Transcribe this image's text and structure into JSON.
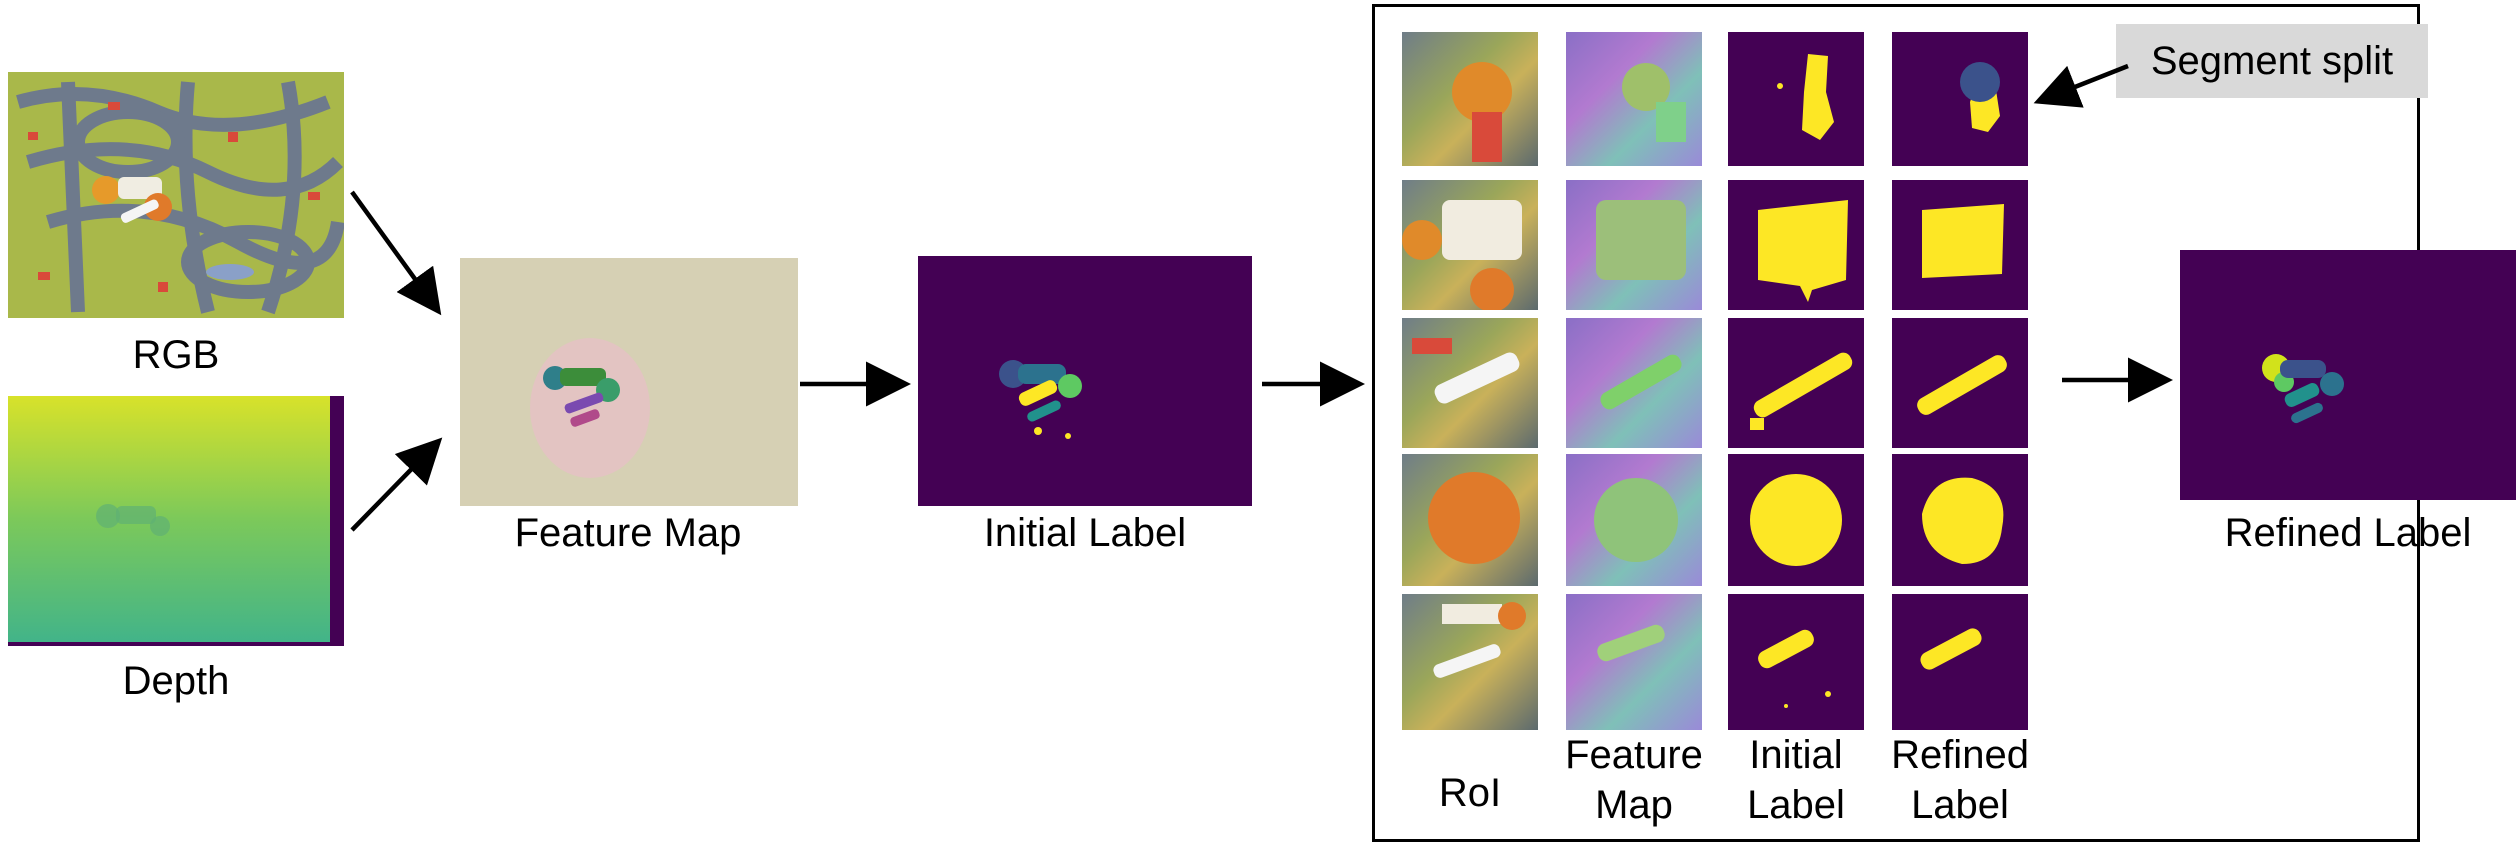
{
  "inputs": {
    "rgb_label": "RGB",
    "depth_label": "Depth"
  },
  "feature_map": {
    "label": "Feature Map"
  },
  "initial_label": {
    "label": "Initial Label"
  },
  "refined_label": {
    "label": "Refined Label"
  },
  "panel": {
    "columns": [
      "RoI",
      "Feature Map",
      "Initial Label",
      "Refined Label"
    ],
    "column_lines": [
      [
        "RoI"
      ],
      [
        "Feature",
        "Map"
      ],
      [
        "Initial",
        "Label"
      ],
      [
        "Refined",
        "Label"
      ]
    ],
    "rows": 5
  },
  "callout": {
    "label": "Segment split"
  },
  "colors": {
    "segment_background": "#440154",
    "segment_yellow": "#fde725",
    "segment_teal": "#21918c",
    "segment_blue": "#3b528b",
    "segment_green": "#5ec962",
    "depth_top": "#d8e22a",
    "depth_bottom": "#42b489"
  }
}
